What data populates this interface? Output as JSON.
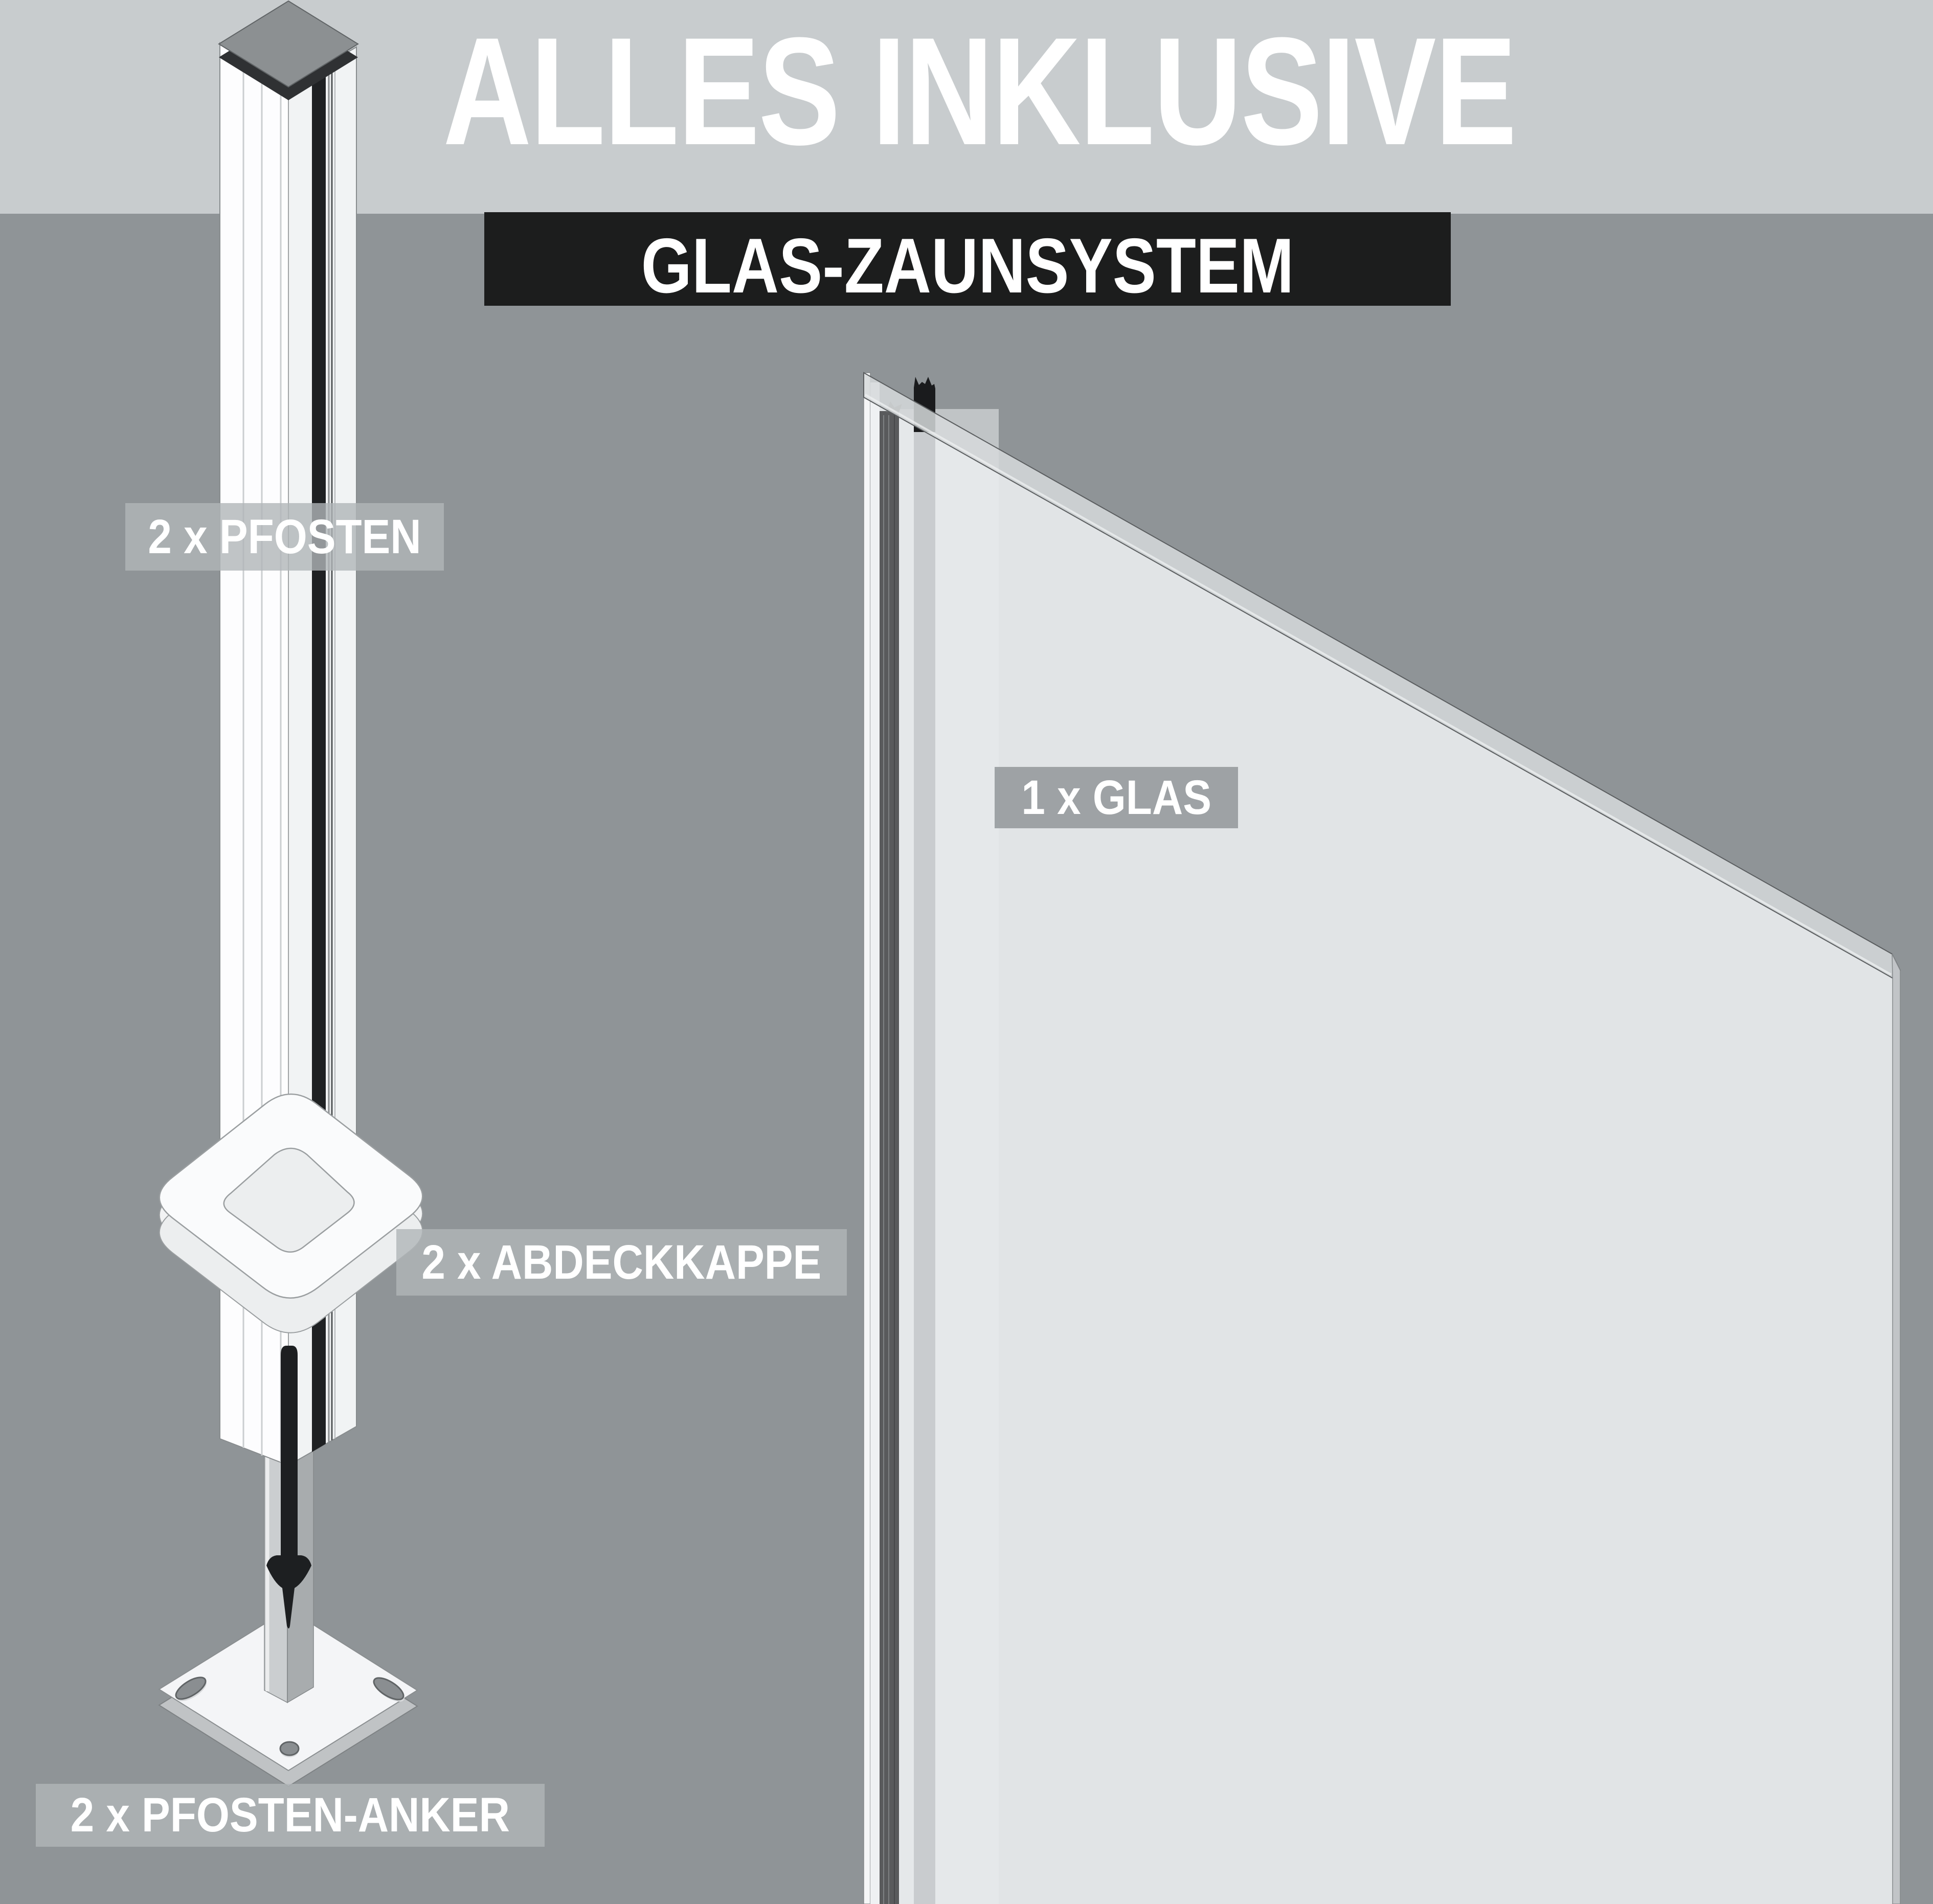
{
  "header": {
    "title": "ALLES INKLUSIVE",
    "subtitle": "GLAS-ZAUNSYSTEM"
  },
  "labels": {
    "posts": "2 x PFOSTEN",
    "caps": "2 x ABDECKKAPPE",
    "glass": "1 x GLAS",
    "anchors": "2 x PFOSTEN-ANKER"
  },
  "colors": {
    "page-bg": "#8F9497",
    "header-band-bg": "#C8CCCE",
    "banner-bg": "#1C1D1D",
    "text-light": "#FFFFFF",
    "label-bg": "rgba(176,181,184,0.80)",
    "glass-label-bg": "rgba(148,153,156,0.88)",
    "glass-face": "#E1E4E6",
    "metal-dark": "#1F2123"
  }
}
